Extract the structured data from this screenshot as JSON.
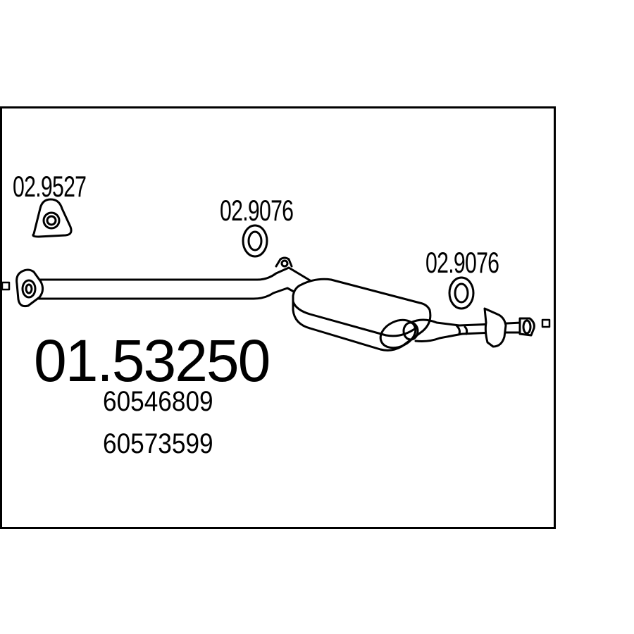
{
  "main_part_number": "01.53250",
  "oem_numbers": [
    "60546809",
    "60573599"
  ],
  "accessories": {
    "gasket_flange": "02.9527",
    "ring_middle": "02.9076",
    "ring_rear": "02.9076"
  },
  "icons": [
    "triangular-flange-gasket-icon",
    "sealing-ring-icon",
    "exhaust-pipe-icon",
    "muffler-icon",
    "connector-end-icon"
  ]
}
